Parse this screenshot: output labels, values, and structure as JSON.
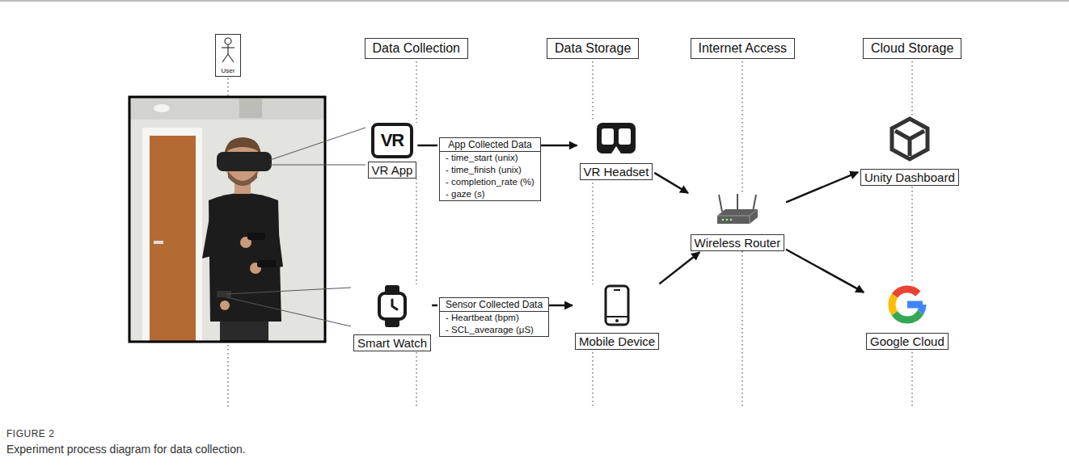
{
  "diagram": {
    "caption": "Experiment process diagram for data collection.",
    "nodes": [
      {
        "text": [
          "User"
        ]
      },
      {
        "text": [
          "Data Collection"
        ]
      },
      {
        "text": [
          "Data Storage"
        ]
      },
      {
        "text": [
          "Internet Access"
        ]
      },
      {
        "text": [
          "Cloud Storage"
        ]
      },
      {
        "text": [
          "VR",
          "VR App"
        ]
      },
      {
        "text": [
          "App Collected Data",
          "- time_start (unix)",
          "- time_finish (unix)",
          "- completion_rate (%)",
          "- gaze (s)"
        ]
      },
      {
        "text": [
          "VR Headset"
        ]
      },
      {
        "text": [
          "Smart Watch"
        ]
      },
      {
        "text": [
          "Sensor Collected Data",
          "- Heartbeat (bpm)",
          "- SCL_avearage (μS)"
        ]
      },
      {
        "text": [
          "Mobile Device"
        ]
      },
      {
        "text": [
          "Wireless Router"
        ]
      },
      {
        "text": [
          "Unity Dashboard"
        ]
      },
      {
        "text": [
          "Google Cloud"
        ]
      }
    ],
    "edges": [
      {
        "from": 5,
        "to": 6,
        "arrow": "none"
      },
      {
        "from": 6,
        "to": 7,
        "arrow": "to"
      },
      {
        "from": 8,
        "to": 9,
        "arrow": "none"
      },
      {
        "from": 9,
        "to": 10,
        "arrow": "to"
      },
      {
        "from": 7,
        "to": 11,
        "arrow": "to"
      },
      {
        "from": 10,
        "to": 11,
        "arrow": "to"
      },
      {
        "from": 11,
        "to": 12,
        "arrow": "to"
      },
      {
        "from": 11,
        "to": 13,
        "arrow": "to"
      }
    ],
    "labels": [
      "FIGURE 2"
    ]
  }
}
